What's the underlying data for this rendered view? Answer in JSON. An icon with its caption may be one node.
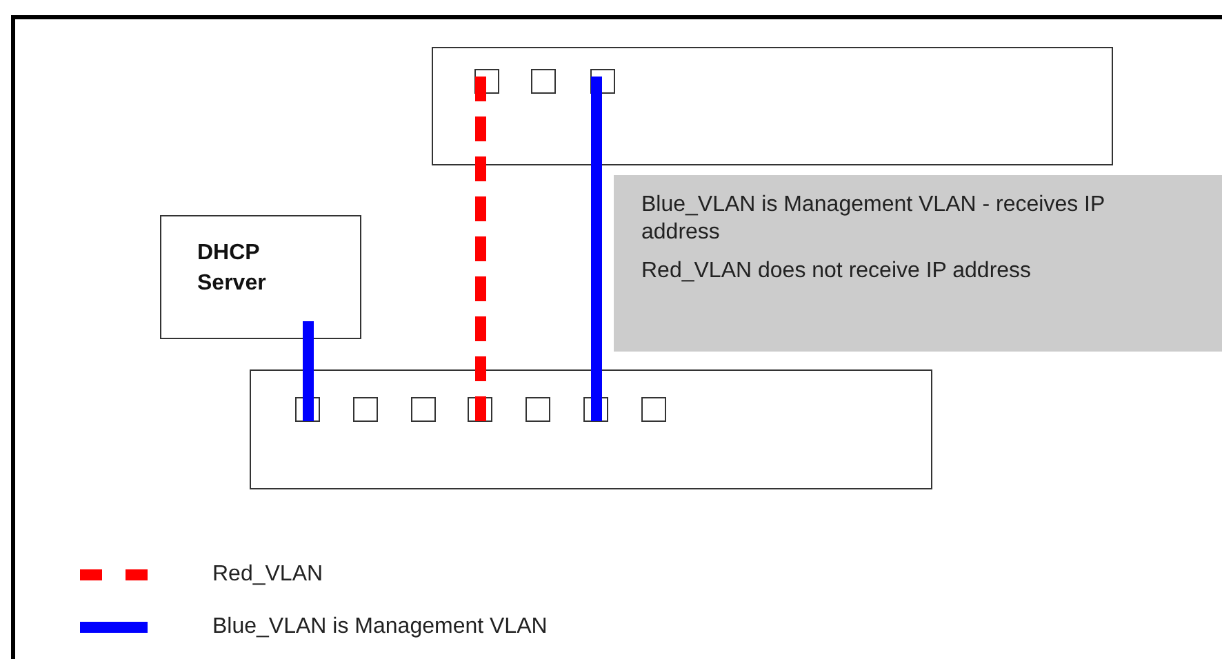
{
  "diagram": {
    "nodes": [
      {
        "text": [],
        "shape": "box"
      },
      {
        "text": [],
        "shape": "box",
        "in": 0
      },
      {
        "text": [],
        "shape": "box",
        "in": 0
      },
      {
        "text": [],
        "shape": "box",
        "in": 0
      },
      {
        "text": [
          "DHCP Server"
        ]
      },
      {
        "text": [
          "Blue_VLAN is Management VLAN - receives IP address",
          "Red_VLAN does not receive IP address"
        ]
      },
      {
        "text": [],
        "shape": "box"
      },
      {
        "text": [],
        "shape": "box",
        "in": 6
      },
      {
        "text": [],
        "shape": "box",
        "in": 6
      },
      {
        "text": [],
        "shape": "box",
        "in": 6
      },
      {
        "text": [],
        "shape": "box",
        "in": 6
      },
      {
        "text": [],
        "shape": "box",
        "in": 6
      },
      {
        "text": [],
        "shape": "box",
        "in": 6
      },
      {
        "text": [],
        "shape": "box",
        "in": 6
      }
    ],
    "edges": [
      {
        "from": 4,
        "to": 7,
        "arrow": "none",
        "color": "#0000ff"
      },
      {
        "from": 1,
        "to": 10,
        "arrow": "none",
        "style": "dashed",
        "color": "#ff0000"
      },
      {
        "from": 3,
        "to": 12,
        "arrow": "none",
        "color": "#0000ff"
      }
    ],
    "legend": [
      {
        "text": "Red_VLAN"
      },
      {
        "text": "Blue_VLAN is Management VLAN"
      }
    ]
  }
}
